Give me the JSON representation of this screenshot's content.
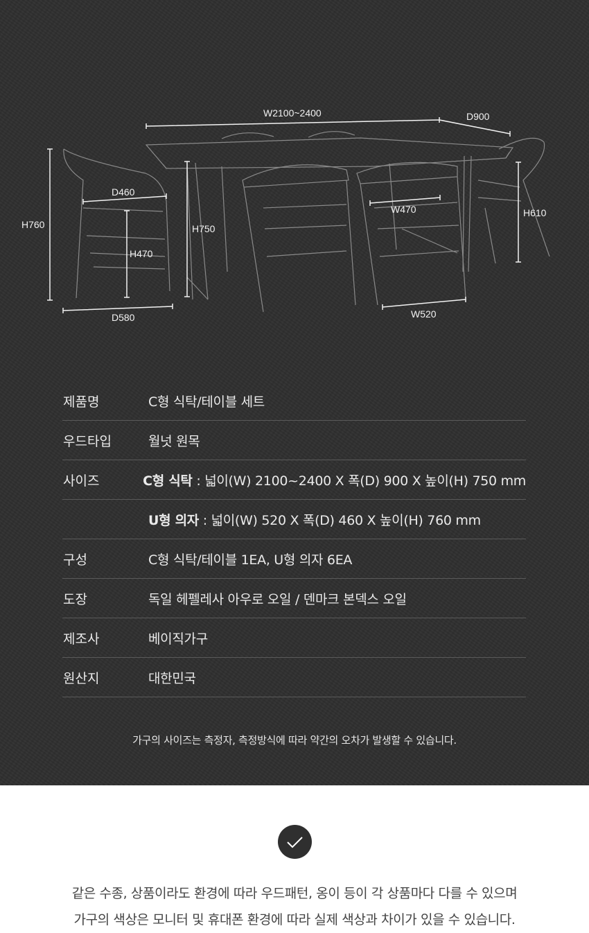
{
  "dimensions": {
    "table_width": "W2100~2400",
    "table_depth": "D900",
    "table_height": "H750",
    "chair_height": "H760",
    "chair_seat_depth": "D460",
    "chair_seat_height": "H470",
    "chair_depth": "D580",
    "chair_seat_width": "W470",
    "chair_arm_height": "H610",
    "chair_width": "W520"
  },
  "specs": [
    {
      "label": "제품명",
      "value": "C형 식탁/테이블 세트"
    },
    {
      "label": "우드타입",
      "value": "월넛 원목"
    },
    {
      "label": "사이즈",
      "bold": "C형 식탁",
      "value": " : 넓이(W) 2100~2400 X 폭(D) 900 X 높이(H) 750 mm"
    },
    {
      "label": "",
      "bold": "U형 의자",
      "value": " : 넓이(W) 520 X 폭(D) 460 X 높이(H) 760 mm"
    },
    {
      "label": "구성",
      "value": "C형 식탁/테이블 1EA, U형 의자 6EA"
    },
    {
      "label": "도장",
      "value": "독일 헤펠레사 아우로 오일 / 덴마크 본덱스 오일"
    },
    {
      "label": "제조사",
      "value": "베이직가구"
    },
    {
      "label": "원산지",
      "value": "대한민국"
    }
  ],
  "note": "가구의 사이즈는 측정자, 측정방식에 따라 약간의 오차가 발생할 수 있습니다.",
  "disclaimer": {
    "line1": "같은 수종, 상품이라도 환경에 따라 우드패턴, 옹이 등이 각 상품마다 다를 수 있으며",
    "line2": "가구의 색상은 모니터 및 휴대폰 환경에 따라 실제 색상과 차이가 있을 수 있습니다."
  }
}
